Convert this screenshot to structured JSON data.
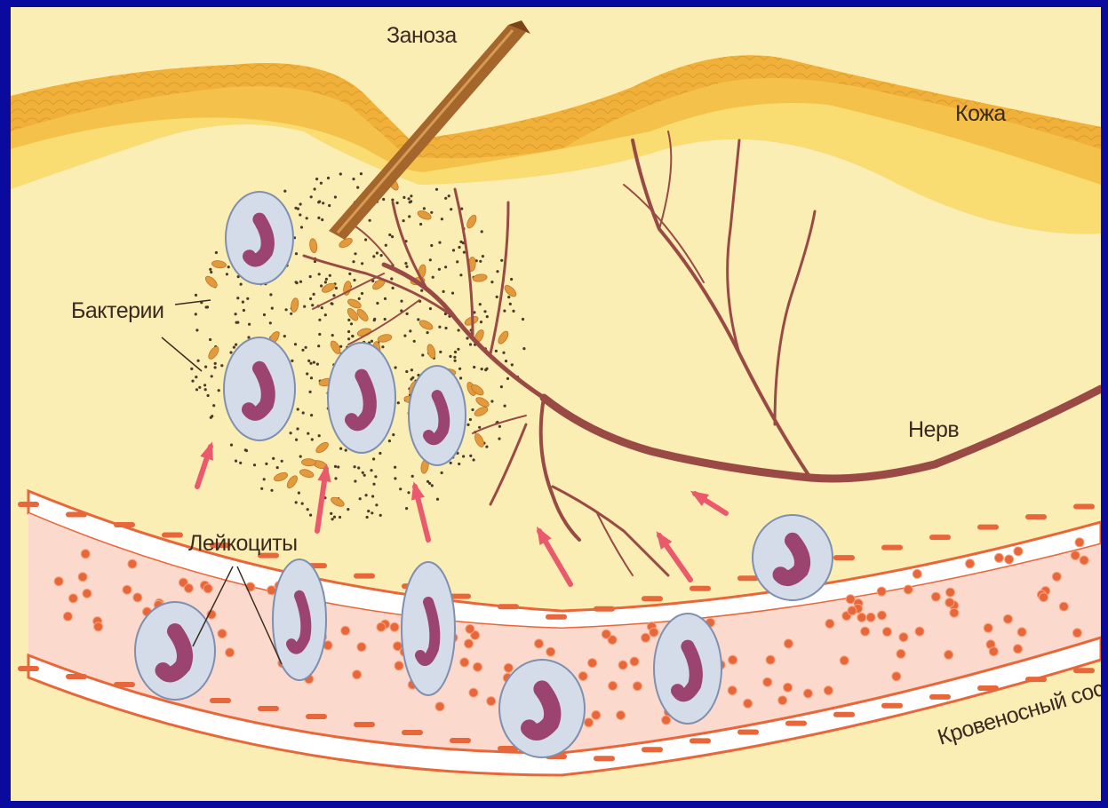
{
  "labels": {
    "splinter": "Заноза",
    "skin": "Кожа",
    "bacteria": "Бактерии",
    "nerve": "Нерв",
    "leukocytes": "Лейкоциты",
    "vessel": "Кровеносный сос"
  },
  "colors": {
    "frame": "#0a0a9e",
    "tissue": "#fbeeb5",
    "skin_outer": "#f4c24a",
    "skin_inner": "#f9dd73",
    "splinter": "#a4662a",
    "nerve": "#9a4a45",
    "vessel_plasma": "#fbd9cc",
    "vessel_wall": "#ffffff",
    "red_blood_cell": "#e8673a",
    "leukocyte": "#d3dce8",
    "nucleus": "#9c4470",
    "arrow": "#ea5a6c",
    "bacteria": "#e39a3a"
  }
}
